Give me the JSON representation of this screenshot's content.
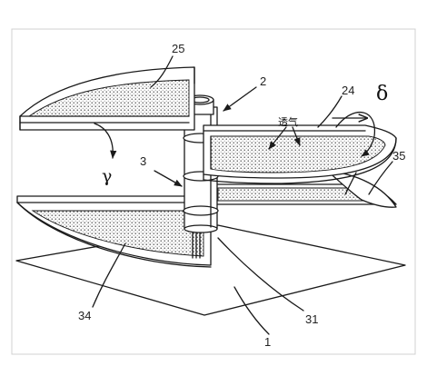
{
  "labels": {
    "l25": "25",
    "l2": "2",
    "l24": "24",
    "delta": "δ",
    "vent": "透气",
    "l3": "3",
    "gamma": "γ",
    "l35": "35",
    "l34": "34",
    "l31": "31",
    "l1": "1"
  }
}
